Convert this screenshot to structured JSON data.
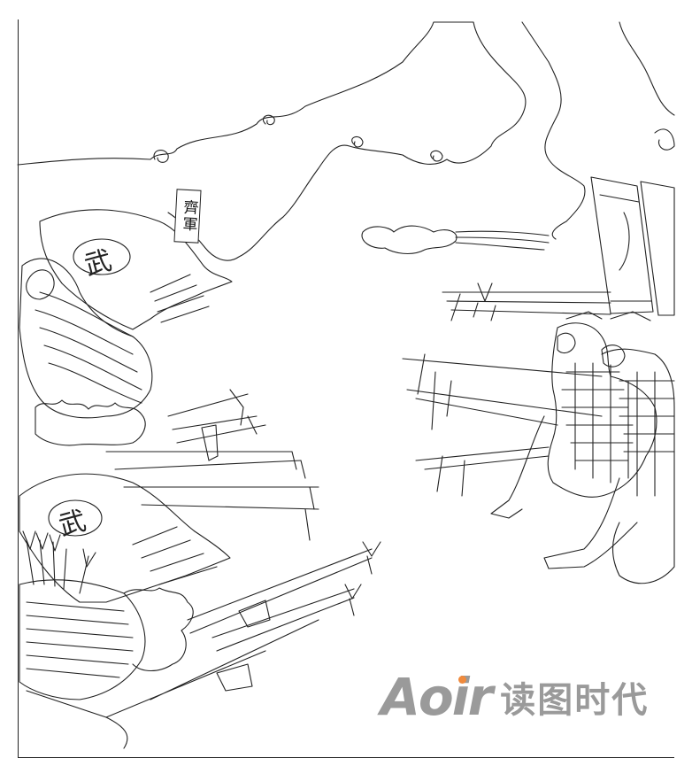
{
  "artwork": {
    "banner_label": "齊軍",
    "flag_glyph_left_top": "武",
    "flag_glyph_left_bottom": "武"
  },
  "watermark": {
    "logo_text": "Aoir",
    "brand_text": "读图时代",
    "dot_color": "#f08a3c",
    "text_color": "#9a9a9a"
  }
}
